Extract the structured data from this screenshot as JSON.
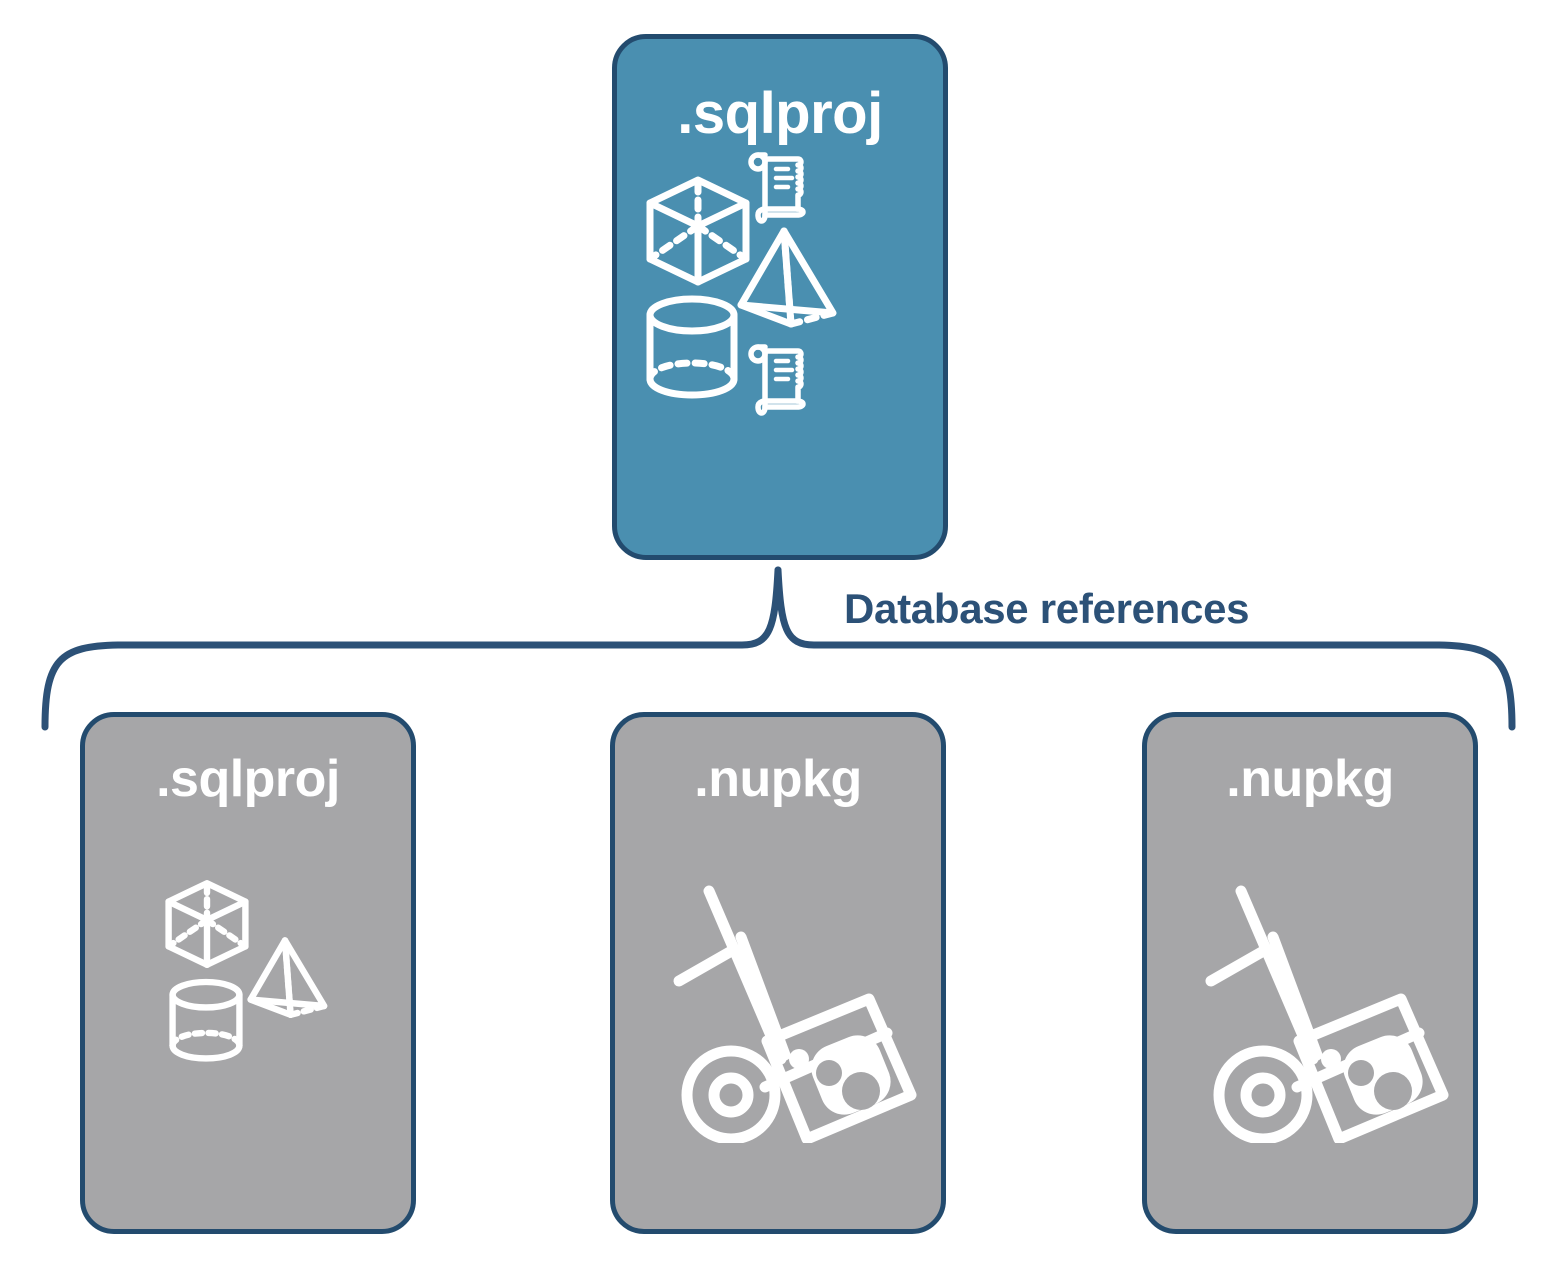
{
  "diagram": {
    "title_text": "Database references",
    "colors": {
      "primary_fill": "#4a8fb0",
      "secondary_fill": "#a6a6a8",
      "stroke": "#234b6e",
      "label_text": "#2c5177",
      "icon": "#ffffff",
      "background": "#ffffff"
    },
    "nodes": {
      "root": {
        "label": ".sqlproj",
        "variant": "primary",
        "icons": [
          "cube-icon",
          "scroll-icon",
          "pyramid-icon",
          "cylinder-icon",
          "scroll-icon"
        ]
      },
      "children": [
        {
          "label": ".sqlproj",
          "variant": "secondary",
          "icons": [
            "cube-icon",
            "pyramid-icon",
            "cylinder-icon"
          ]
        },
        {
          "label": ".nupkg",
          "variant": "secondary",
          "icons": [
            "hand-truck-package-icon"
          ]
        },
        {
          "label": ".nupkg",
          "variant": "secondary",
          "icons": [
            "hand-truck-package-icon"
          ]
        }
      ]
    },
    "connector": {
      "type": "curly-brace",
      "label": "Database references",
      "orientation": "top-pointer-down"
    }
  }
}
